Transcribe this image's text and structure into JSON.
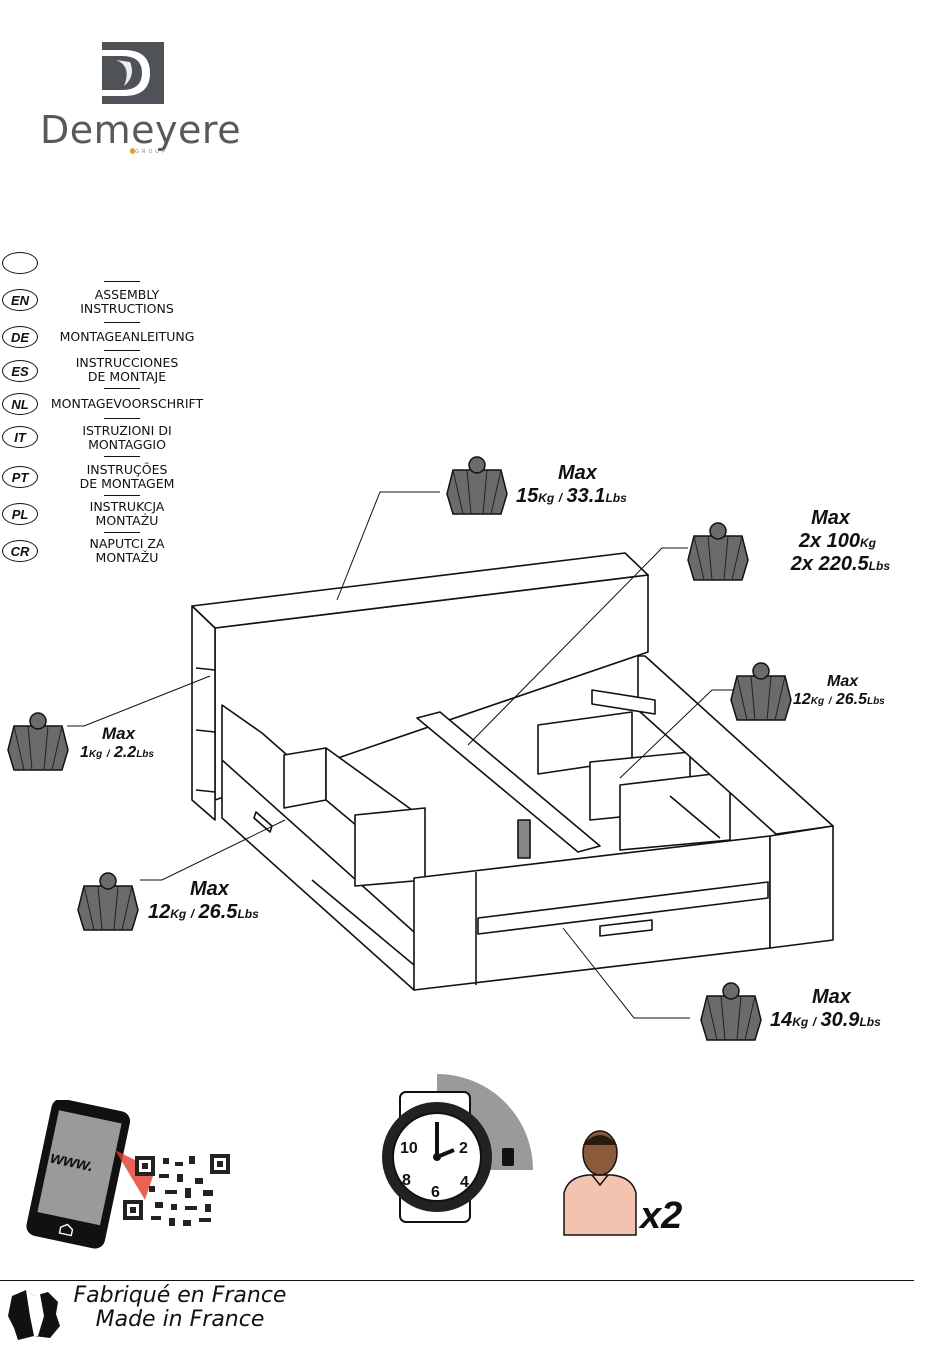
{
  "brand": {
    "name": "Demeyere",
    "tagline": "GROUP"
  },
  "languages": [
    {
      "code": "",
      "text": ""
    },
    {
      "code": "EN",
      "text": "ASSEMBLY\nINSTRUCTIONS"
    },
    {
      "code": "DE",
      "text": "MONTAGEANLEITUNG"
    },
    {
      "code": "ES",
      "text": "INSTRUCCIONES\nDE MONTAJE"
    },
    {
      "code": "NL",
      "text": "MONTAGEVOORSCHRIFT"
    },
    {
      "code": "IT",
      "text": "ISTRUZIONI DI\nMONTAGGIO"
    },
    {
      "code": "PT",
      "text": "INSTRUÇÕES\nDE MONTAGEM"
    },
    {
      "code": "PL",
      "text": "INSTRUKCJA\nMONTAŻU"
    },
    {
      "code": "CR",
      "text": "NAPUTCI ZA\nMONTAŽU"
    }
  ],
  "loads": {
    "headboard_top": {
      "max": "Max",
      "kg": "15",
      "kg_unit": "Kg",
      "sep": "/",
      "lbs": "33.1",
      "lbs_unit": "Lbs"
    },
    "slats": {
      "max": "Max",
      "kg": "2x 100",
      "kg_unit": "Kg",
      "lbs": "2x 220.5",
      "lbs_unit": "Lbs"
    },
    "side_shelf": {
      "max": "Max",
      "kg": "1",
      "kg_unit": "Kg",
      "sep": "/",
      "lbs": "2.2",
      "lbs_unit": "Lbs"
    },
    "right_box": {
      "max": "Max",
      "kg": "12",
      "kg_unit": "Kg",
      "sep": "/",
      "lbs": "26.5",
      "lbs_unit": "Lbs"
    },
    "left_drawer": {
      "max": "Max",
      "kg": "12",
      "kg_unit": "Kg",
      "sep": "/",
      "lbs": "26.5",
      "lbs_unit": "Lbs"
    },
    "front_drawer": {
      "max": "Max",
      "kg": "14",
      "kg_unit": "Kg",
      "sep": "/",
      "lbs": "30.9",
      "lbs_unit": "Lbs"
    }
  },
  "phone": {
    "screen_text": "www."
  },
  "watch": {
    "numbers": [
      "10",
      "2",
      "8",
      "4",
      "6"
    ]
  },
  "persons": {
    "count": "x2"
  },
  "footer": {
    "fr": "Fabriqué en France",
    "en": "Made in France"
  }
}
